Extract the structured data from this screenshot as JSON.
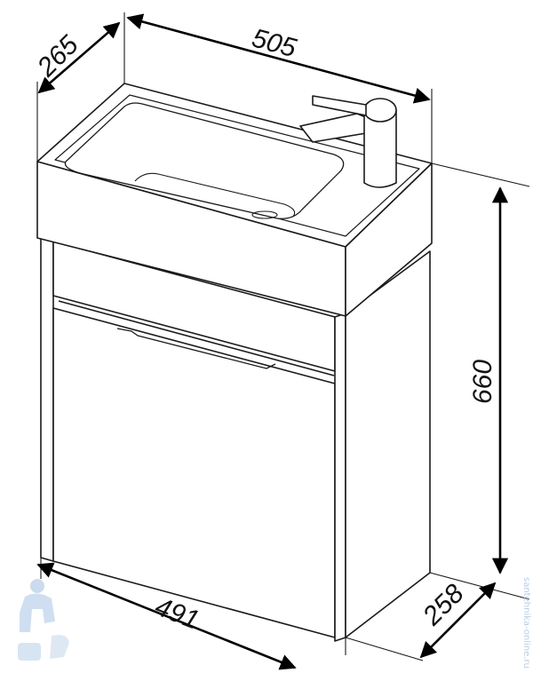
{
  "dimensions": {
    "top_depth": "265",
    "top_width": "505",
    "height": "660",
    "bottom_width": "491",
    "bottom_depth": "258"
  },
  "watermark": {
    "text": "santehnika-online.ru"
  },
  "colors": {
    "line": "#1a1a1a",
    "arrow": "#000000",
    "text": "#111111",
    "watermark": "#9fbfe0"
  }
}
